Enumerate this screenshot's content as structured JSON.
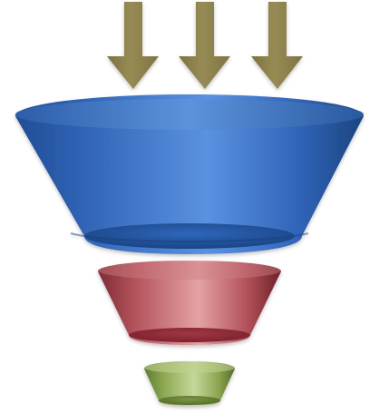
{
  "diagram": {
    "arrows": [
      {
        "name": "arrow-left",
        "color": "#8b7f45"
      },
      {
        "name": "arrow-middle",
        "color": "#8b7f45"
      },
      {
        "name": "arrow-right",
        "color": "#8b7f45"
      }
    ],
    "stages": [
      {
        "name": "funnel-stage-top",
        "color": "#3f72c8"
      },
      {
        "name": "funnel-stage-middle",
        "color": "#c66a70"
      },
      {
        "name": "funnel-stage-bottom",
        "color": "#9db867"
      }
    ]
  }
}
